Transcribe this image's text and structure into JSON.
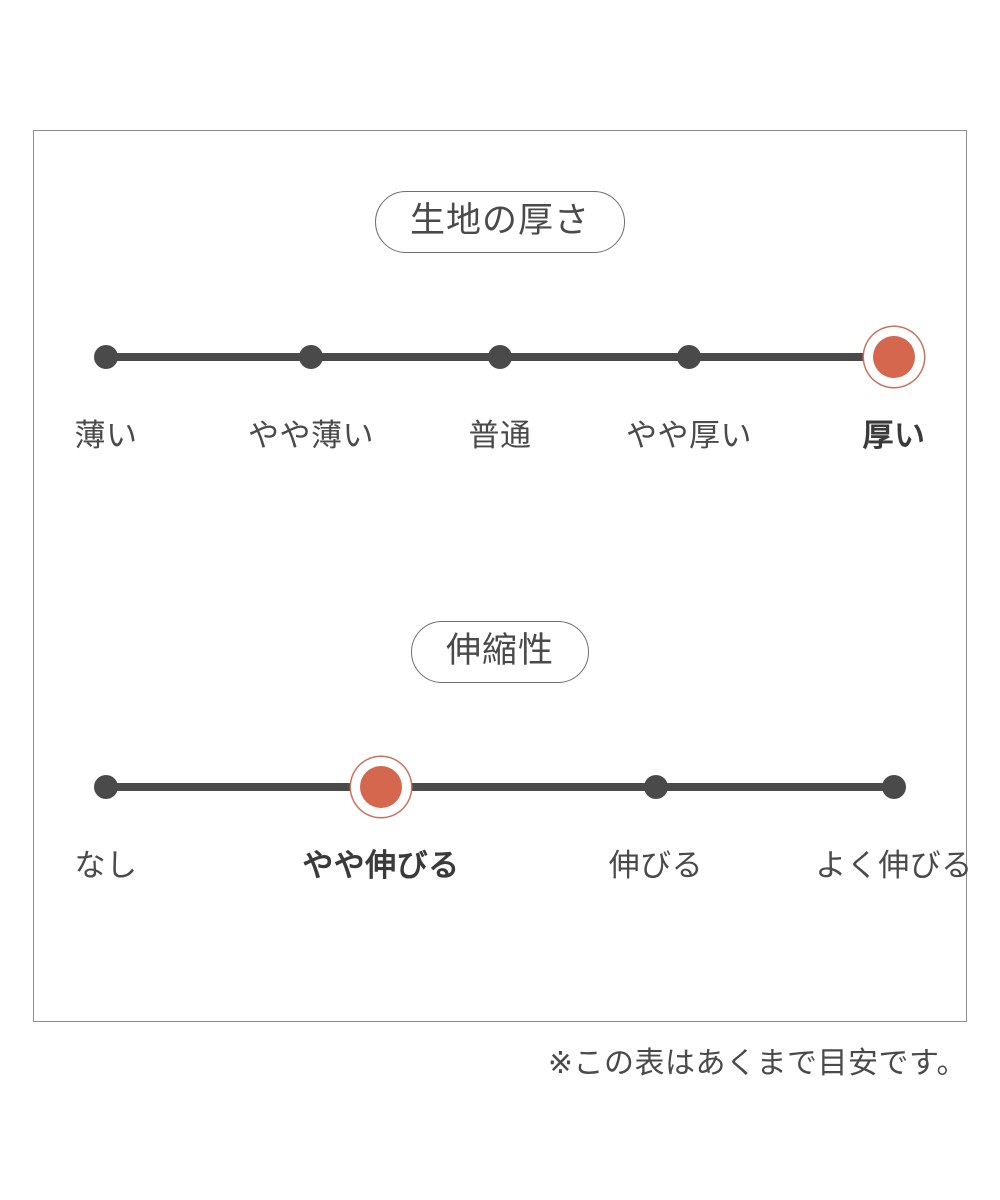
{
  "chart_data": {
    "type": "table",
    "title": "",
    "sections": [
      {
        "heading": "生地の厚さ",
        "categories": [
          "薄い",
          "やや薄い",
          "普通",
          "やや厚い",
          "厚い"
        ],
        "values": [
          0,
          0,
          0,
          0,
          1
        ],
        "selected_index": 4,
        "selected_label": "厚い",
        "scale_positions_pct": [
          0,
          25,
          50,
          75,
          100
        ]
      },
      {
        "heading": "伸縮性",
        "categories": [
          "なし",
          "やや伸びる",
          "伸びる",
          "よく伸びる"
        ],
        "values": [
          0,
          1,
          0,
          0
        ],
        "selected_index": 1,
        "selected_label": "やや伸びる",
        "scale_positions_pct": [
          0,
          33.3,
          66.6,
          100
        ]
      }
    ],
    "note": "※この表はあくまで目安です。",
    "colors": {
      "accent": "#d4674e",
      "accent_ring": "#c9705c",
      "dot": "#4a4a4a",
      "line": "#4a4a4a",
      "frame": "#8c8c8c",
      "text": "#4a4a4a",
      "background": "#ffffff"
    },
    "legend_position": "none",
    "grid": false
  }
}
